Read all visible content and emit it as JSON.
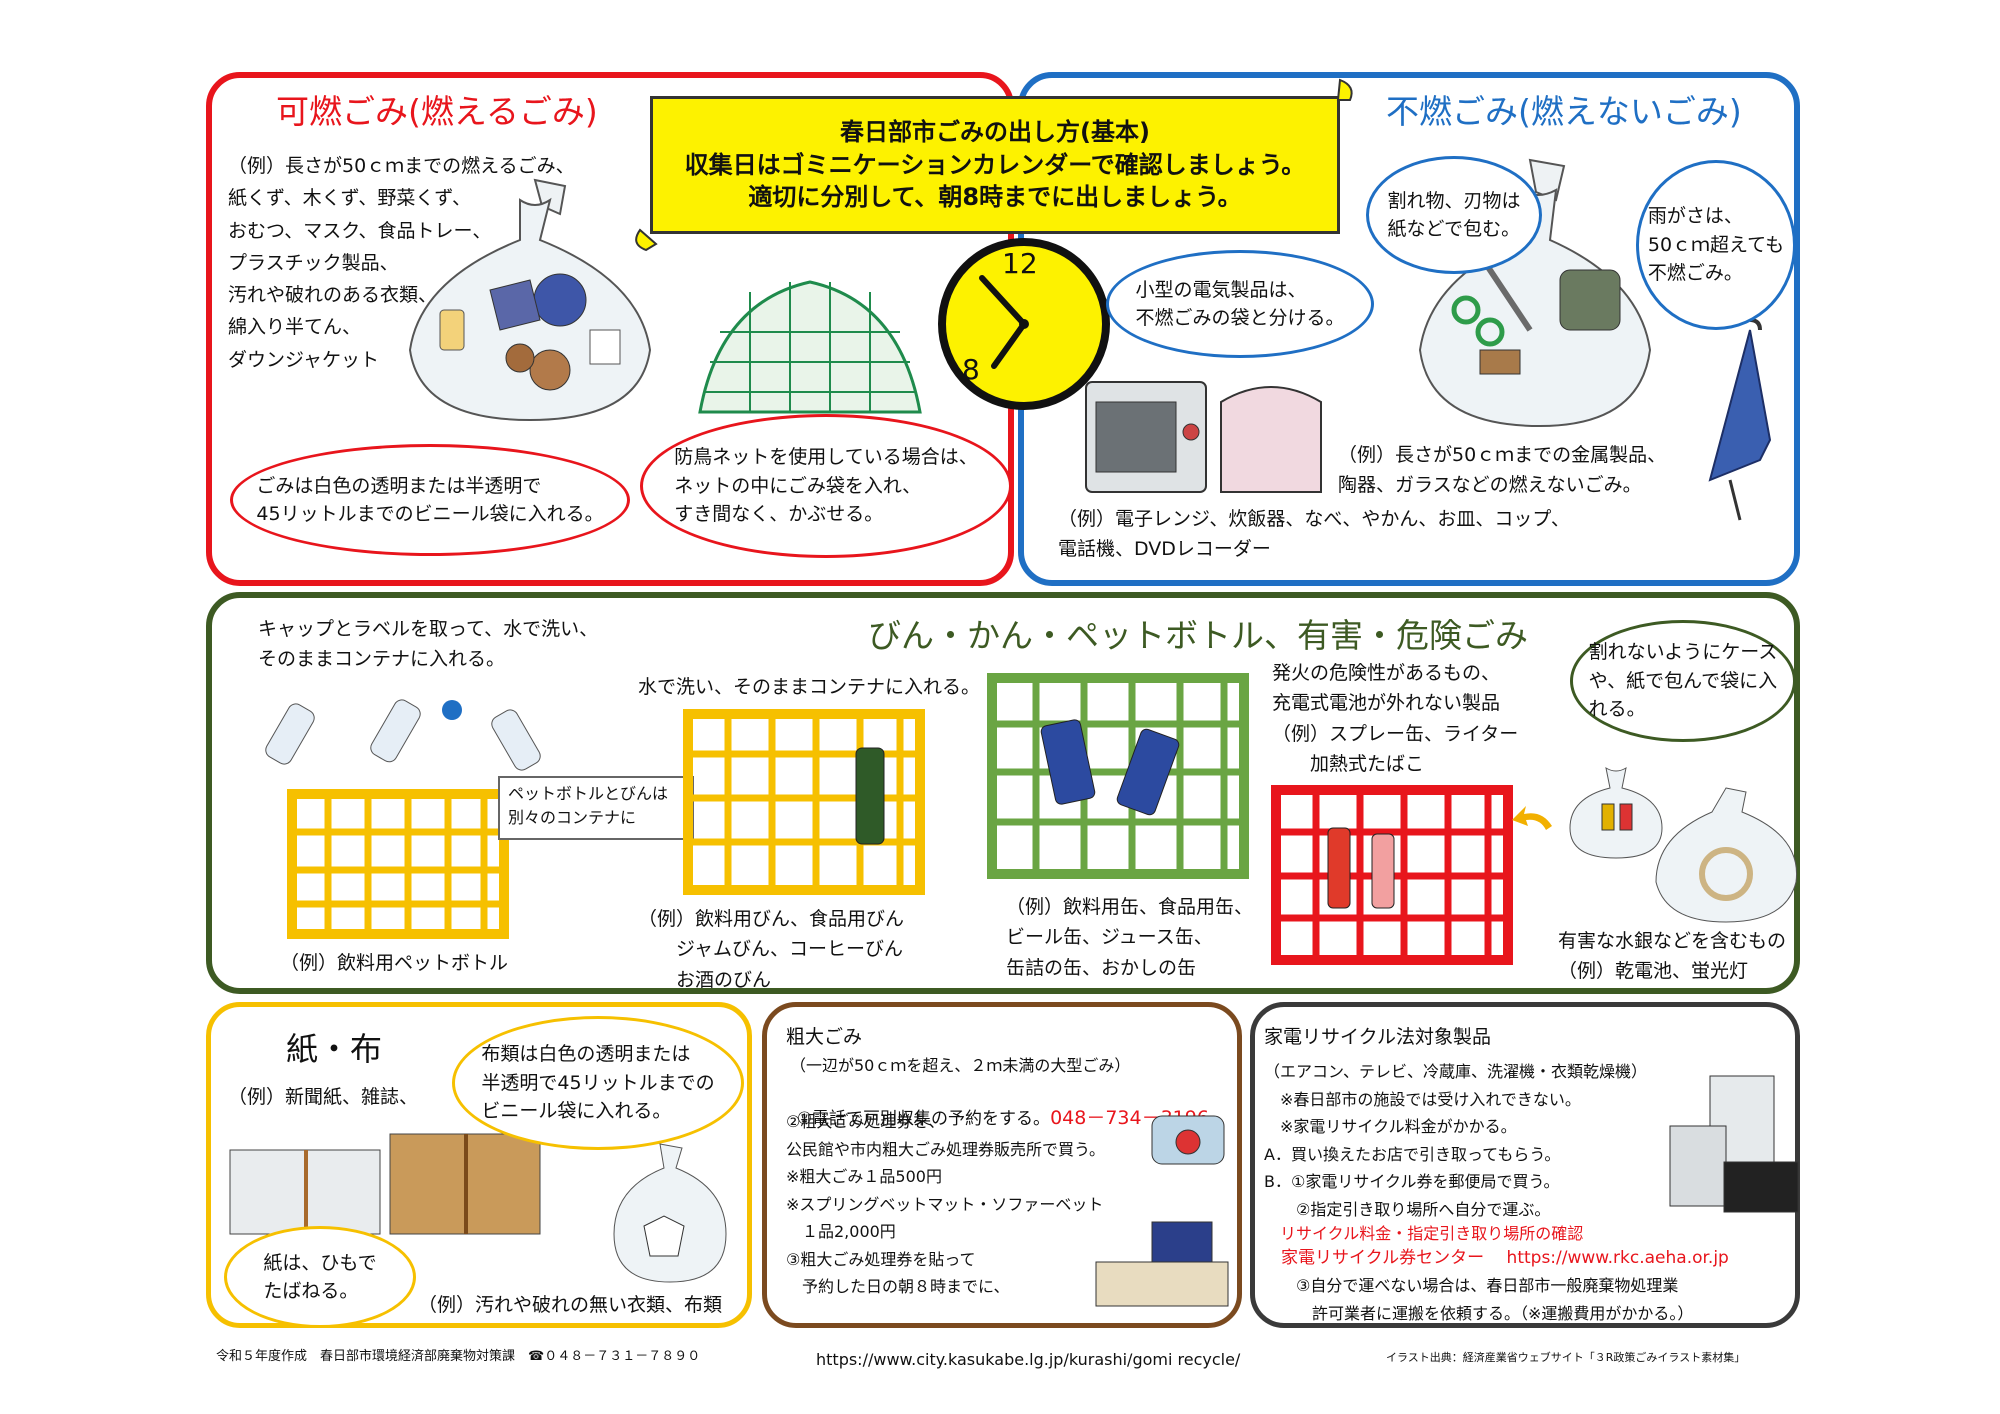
{
  "banner": {
    "line1": "春日部市ごみの出し方(基本)",
    "line2": "収集日はゴミニケーションカレンダーで確認しましょう。",
    "line3": "適切に分別して、朝8時までに出しましょう。"
  },
  "clock": {
    "num12": "12",
    "num8": "8"
  },
  "burnable": {
    "title": "可燃ごみ(燃えるごみ)",
    "examples": "（例）長さが50ｃｍまでの燃えるごみ、\n紙くず、木くず、野菜くず、\nおむつ、マスク、食品トレー、\nプラスチック製品、\n汚れや破れのある衣類、\n綿入り半てん、\nダウンジャケット",
    "bubble_bag": "ごみは白色の透明または半透明で\n45リットルまでのビニール袋に入れる。",
    "bubble_net": "防鳥ネットを使用している場合は、\nネットの中にごみ袋を入れ、\nすき間なく、かぶせる。"
  },
  "nonburnable": {
    "title": "不燃ごみ(燃えないごみ)",
    "bubble_wrap": "割れ物、刃物は\n紙などで包む。",
    "bubble_umbrella": "雨がさは、\n50ｃｍ超えても\n不燃ごみ。",
    "bubble_small": "小型の電気製品は、\n不燃ごみの袋と分ける。",
    "examples1": "（例）長さが50ｃｍまでの金属製品、\n陶器、ガラスなどの燃えないごみ。",
    "examples2": "（例）電子レンジ、炊飯器、なべ、やかん、お皿、コップ、\n電話機、DVDレコーダー"
  },
  "bottles": {
    "title": "びん・かん・ペットボトル、有害・危険ごみ",
    "pet_instruction": "キャップとラベルを取って、水で洗い、\nそのままコンテナに入れる。",
    "pet_note": "ペットボトルとびんは\n別々のコンテナに",
    "pet_example": "（例）飲料用ペットボトル",
    "bin_instruction": "水で洗い、そのままコンテナに入れる。",
    "bin_example": "（例）飲料用びん、食品用びん\n　　ジャムびん、コーヒーびん\n　　お酒のびん",
    "can_example": "（例）飲料用缶、食品用缶、\nビール缶、ジュース缶、\n缶詰の缶、おかしの缶",
    "danger_desc": "発火の危険性があるもの、\n充電式電池が外れない製品\n（例）スプレー缶、ライター\n　　加熱式たばこ",
    "bubble_case": "割れないようにケース\nや、紙で包んで袋に入\nれる。",
    "mercury": "有害な水銀などを含むもの\n（例）乾電池、蛍光灯"
  },
  "paper": {
    "title": "紙・布",
    "example1": "（例）新聞紙、雑誌、",
    "bubble_cloth": "布類は白色の透明または\n半透明で45リットルまでの\nビニール袋に入れる。",
    "bubble_tie": "紙は、ひもで\nたばねる。",
    "example2": "（例）汚れや破れの無い衣類、布類"
  },
  "oversize": {
    "title": "粗大ごみ",
    "subtitle": "（一辺が50ｃｍを超え、２ｍ未満の大型ごみ）",
    "step1": "①電話で戸別収集の予約をする。",
    "phone": "048－734－3196",
    "step2": "②粗大ごみ処理券を、\n公民館や市内粗大ごみ処理券販売所で買う。\n※粗大ごみ１品500円\n※スプリングベットマット・ソファーベット\n　１品2,000円\n③粗大ごみ処理券を貼って\n　予約した日の朝８時までに、"
  },
  "appliance": {
    "title": "家電リサイクル法対象製品",
    "body": "（エアコン、テレビ、冷蔵庫、洗濯機・衣類乾燥機）\n　※春日部市の施設では受け入れできない。\n　※家電リサイクル料金がかかる。\nA．買い換えたお店で引き取ってもらう。\nB．①家電リサイクル券を郵便局で買う。\n　　②指定引き取り場所へ自分で運ぶ。",
    "red_note1": "　リサイクル料金・指定引き取り場所の確認",
    "red_note2": "　家電リサイクル券センター　 https://www.rkc.aeha.or.jp",
    "body2": "　　③自分で運べない場合は、春日部市一般廃棄物処理業\n　　　許可業者に運搬を依頼する。（※運搬費用がかかる。）"
  },
  "footer": {
    "left": "令和５年度作成　春日部市環境経済部廃棄物対策課　☎０４８－７３１－７８９０",
    "url": "https://www.city.kasukabe.lg.jp/kurashi/gomi recycle/",
    "right": "イラスト出典：経済産業省ウェブサイト「３R政策ごみイラスト素材集」"
  },
  "colors": {
    "red": "#e8151c",
    "blue": "#1f6fc4",
    "green": "#3d5a23",
    "yellow": "#f6c000",
    "brown": "#7b4a1f",
    "gray": "#3a3a3a",
    "banner": "#fdf200"
  }
}
